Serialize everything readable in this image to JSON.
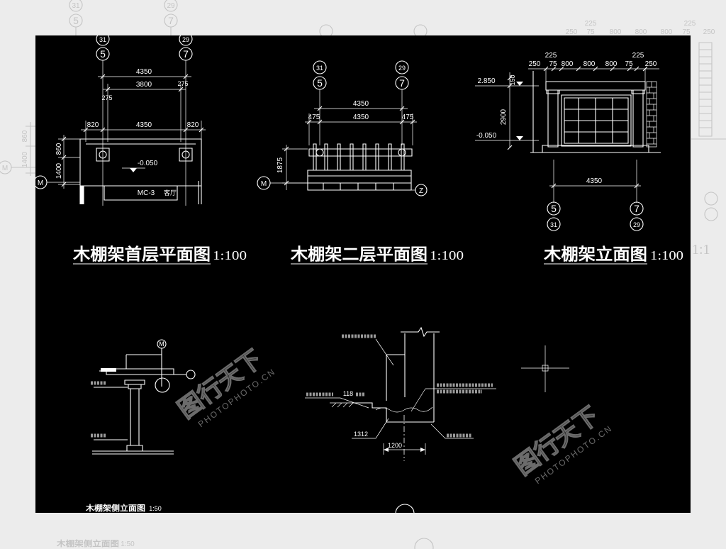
{
  "colors": {
    "backdrop": "#ececec",
    "canvas": "#000000",
    "ink": "#ffffff",
    "ghost": "#c4c4c4",
    "watermark": "#6b6b6b"
  },
  "ground_plan": {
    "axis": {
      "left_top": "31",
      "left": "5",
      "right_top": "29",
      "right": "7"
    },
    "dims": {
      "overall": "4350",
      "clear": "3800",
      "offset_left": "275",
      "offset_right": "275",
      "side_left": "820",
      "span": "4350",
      "side_right": "820",
      "depth_front": "860",
      "depth_total": "1400"
    },
    "level": "-0.050",
    "door": "MC-3",
    "room": "客厅",
    "grid": "M",
    "title": "木棚架首层平面图",
    "scale": "1:100"
  },
  "second_plan": {
    "axis": {
      "left_top": "31",
      "left": "5",
      "right_top": "29",
      "right": "7"
    },
    "dims": {
      "overall": "4350",
      "side_left": "475",
      "span": "4350",
      "side_right": "475",
      "depth": "1875"
    },
    "grid_left": "M",
    "grid_right": "Z",
    "title": "木棚架二层平面图",
    "scale": "1:100"
  },
  "elevation": {
    "dims_top": [
      "225",
      "225"
    ],
    "dims_row": [
      "250",
      "75",
      "800",
      "800",
      "800",
      "75",
      "250"
    ],
    "level_top": "2.850",
    "top_gap": "150",
    "height": "2900",
    "level_bottom": "-0.050",
    "width": "4350",
    "axis": {
      "left": "5",
      "left_bottom": "31",
      "right": "7",
      "right_bottom": "29"
    },
    "title": "木棚架立面图",
    "scale": "1:100"
  },
  "side_elevation": {
    "grid": "M",
    "title": "木棚架侧立面图",
    "scale": "1:50"
  },
  "detail": {
    "dim_thickness": "118",
    "dim_height": "1312",
    "dim_width": "1200"
  },
  "watermark": {
    "logo": "图行天下",
    "site": "PHOTOPHOTO.CN"
  },
  "backdrop": {
    "axis_top": [
      "31",
      "5",
      "29",
      "7"
    ],
    "dims_left": [
      "860",
      "1400"
    ],
    "grid_left": "M",
    "dims_top": [
      "225",
      "225"
    ],
    "dims_row": [
      "250",
      "75",
      "800",
      "800",
      "800",
      "75",
      "250"
    ],
    "scale_right": "1:1",
    "bottom_title": "木棚架侧立面图",
    "bottom_scale": "1:50"
  }
}
